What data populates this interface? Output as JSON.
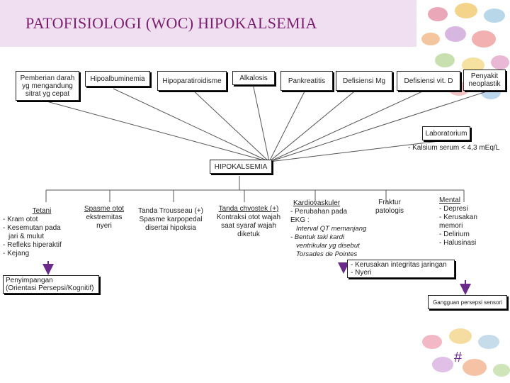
{
  "title": "PATOFISIOLOGI (WOC) HIPOKALSEMIA",
  "causes": {
    "darah": [
      "Pemberian darah",
      "yg mengandung",
      "sitrat yg cepat"
    ],
    "hipoalbuminemia": "Hipoalbuminemia",
    "hipoparatiroidisme": "Hipoparatiroidisme",
    "alkalosis": "Alkalosis",
    "pankreatitis": "Pankreatitis",
    "defisiensi_mg": "Defisiensi Mg",
    "defisiensi_vitd": "Defisiensi vit. D",
    "neoplastik": [
      "Penyakit",
      "neoplastik"
    ]
  },
  "laboratorium": "Laboratorium",
  "lab_value": "- Kalsium serum < 4,3 mEq/L",
  "center": "HIPOKALSEMIA",
  "tetani": {
    "head": "Tetani",
    "items": [
      "- Kram otot",
      "- Kesemutan pada",
      "  jari & mulut",
      "- Refleks hiperaktif",
      "- Kejang"
    ]
  },
  "spasme": [
    "Spasme otot",
    "ekstremitas",
    "nyeri"
  ],
  "trousseau": [
    "Tanda Trousseau (+)",
    "Spasme karpopedal",
    "disertai hipoksia"
  ],
  "chvostek": [
    "Tanda chvostek (+)",
    "Kontraksi otot wajah",
    "saat syaraf wajah",
    "diketuk"
  ],
  "kardio": {
    "head": "Kardiovaskuler",
    "items": [
      "- Perubahan pada",
      "EKG :",
      "Interval QT memanjang",
      "- Bentuk taki kardi",
      "ventrikular yg disebut"
    ],
    "note": "Torsades de Pointes"
  },
  "fraktur": [
    "Fraktur",
    "patologis"
  ],
  "mental": {
    "head": "Mental",
    "items": [
      "- Depresi",
      "- Kerusakan",
      "memori",
      "- Delirium",
      "- Halusinasi"
    ]
  },
  "penyimpangan": [
    "Penyimpangan",
    "(Orientasi Persepsi/Kognitif)"
  ],
  "kerusakan": [
    "- Kerusakan integritas jaringan",
    "- Nyeri"
  ],
  "gangguan": "Gangguan persepsi sensori",
  "slide_mark": "#",
  "colors": {
    "title": "#7a1f6e",
    "band": "#f0dff0",
    "line": "#555555",
    "arrow": "#6a2a8a"
  }
}
